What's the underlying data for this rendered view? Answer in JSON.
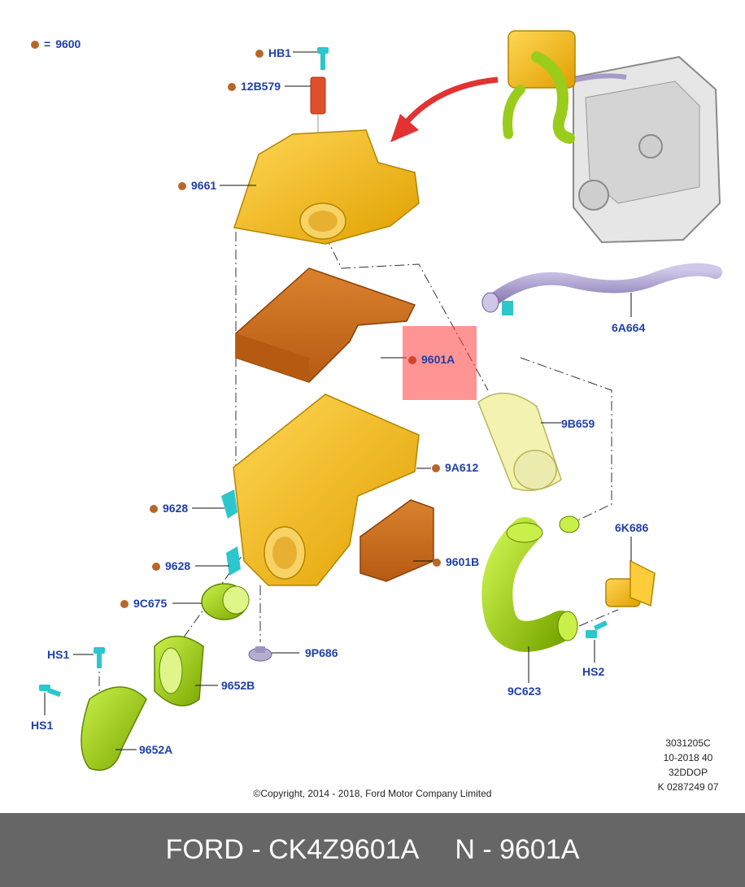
{
  "legend": {
    "symbol": "=",
    "part": "9600"
  },
  "labels": {
    "hb1": "HB1",
    "p12b579": "12B579",
    "p9661": "9661",
    "p9601a": "9601A",
    "p6a664": "6A664",
    "p9b659": "9B659",
    "p9a612": "9A612",
    "p9628_1": "9628",
    "p9628_2": "9628",
    "p9601b": "9601B",
    "p6k686": "6K686",
    "p9c675": "9C675",
    "hs1_top": "HS1",
    "p9p686": "9P686",
    "p9652b": "9652B",
    "hs2": "HS2",
    "p9c623": "9C623",
    "hs1_bottom": "HS1",
    "p9652a": "9652A"
  },
  "reference": [
    "3031205C",
    "10-2018 40",
    "32DDOP",
    "K 0287249 07"
  ],
  "copyright": "©Copyright, 2014 - 2018, Ford Motor Company Limited",
  "footer": {
    "left": "FORD - CK4Z9601A",
    "right": "N - 9601A"
  },
  "colors": {
    "label_text": "#1f3fa8",
    "bullet": "#b8662a",
    "highlight_bullet": "#d8402a",
    "highlight_box": "#ff6b6b",
    "housing": "#f2b623",
    "filter": "#c96a1e",
    "hose": "#9acc1c",
    "tube": "#a89ac8",
    "clip": "#2cc6cc",
    "footer_bg": "#666666"
  }
}
